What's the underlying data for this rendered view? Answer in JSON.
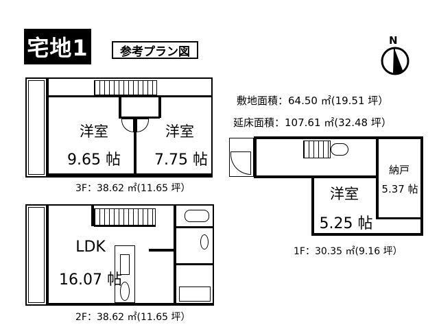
{
  "header": {
    "lot_title": "宅地1",
    "plan_label": "参考プラン図"
  },
  "compass": {
    "icon": "north-arrow-icon",
    "label": "N"
  },
  "areas": {
    "site_area": "敷地面積：64.50 ㎡(19.51 坪）",
    "total_floor_area": "延床面積：107.61 ㎡(32.48 坪）"
  },
  "floors": {
    "third": {
      "caption": "3F：38.62 ㎡(11.65 坪）",
      "rooms": [
        {
          "name": "洋室",
          "size": "9.65 帖"
        },
        {
          "name": "洋室",
          "size": "7.75 帖"
        }
      ]
    },
    "second": {
      "caption": "2F：38.62 ㎡(11.65 坪）",
      "rooms": [
        {
          "name": "LDK",
          "size": "16.07 帖"
        }
      ]
    },
    "first": {
      "caption": "1F：30.35 ㎡(9.16 坪）",
      "rooms": [
        {
          "name": "洋室",
          "size": "5.25 帖"
        },
        {
          "name": "納戸",
          "size": "5.37 帖"
        }
      ]
    }
  }
}
